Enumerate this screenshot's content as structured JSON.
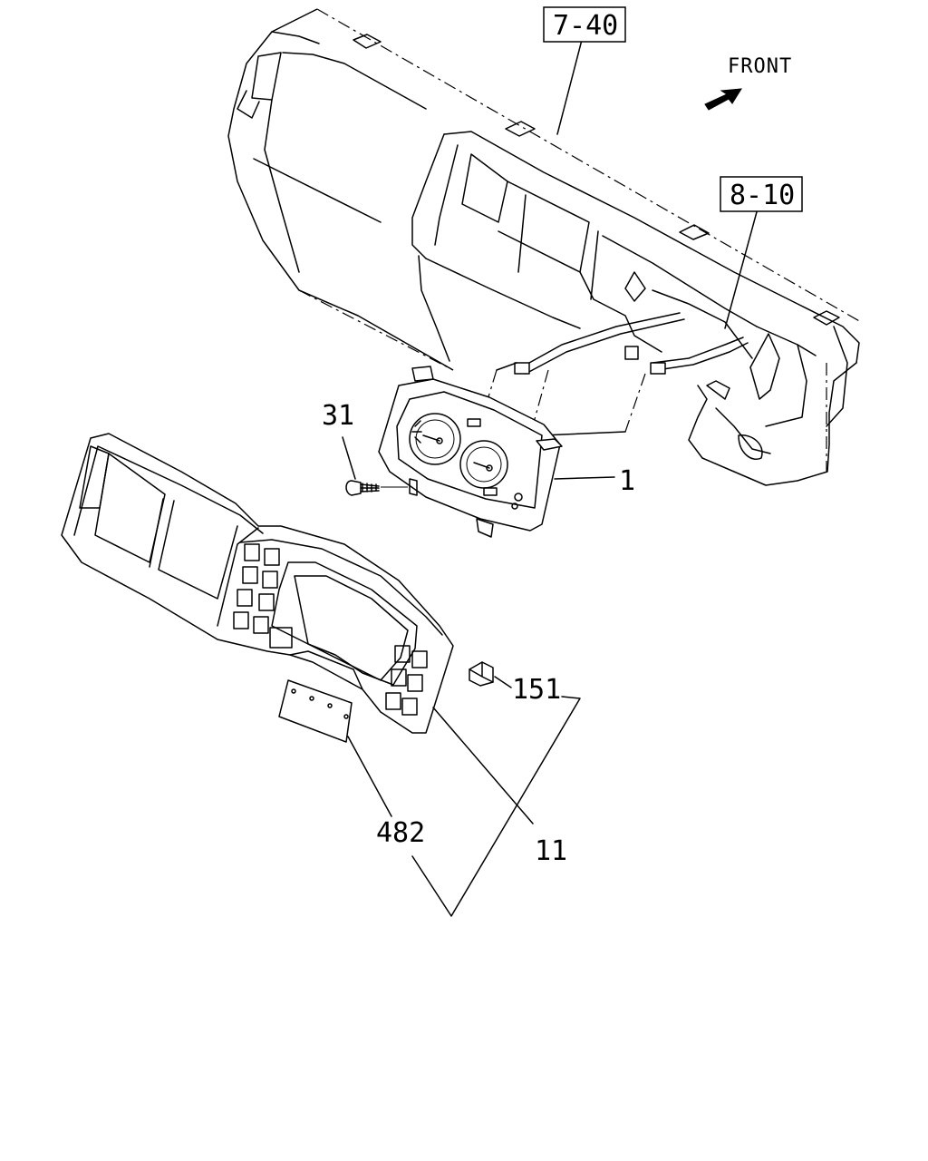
{
  "direction": {
    "label": "FRONT",
    "icon": "arrow-icon"
  },
  "references": [
    {
      "id": "ref-7-40",
      "text": "7-40"
    },
    {
      "id": "ref-8-10",
      "text": "8-10"
    }
  ],
  "callouts": {
    "part_31": "31",
    "part_1": "1",
    "part_151": "151",
    "part_482": "482",
    "part_11": "11"
  }
}
